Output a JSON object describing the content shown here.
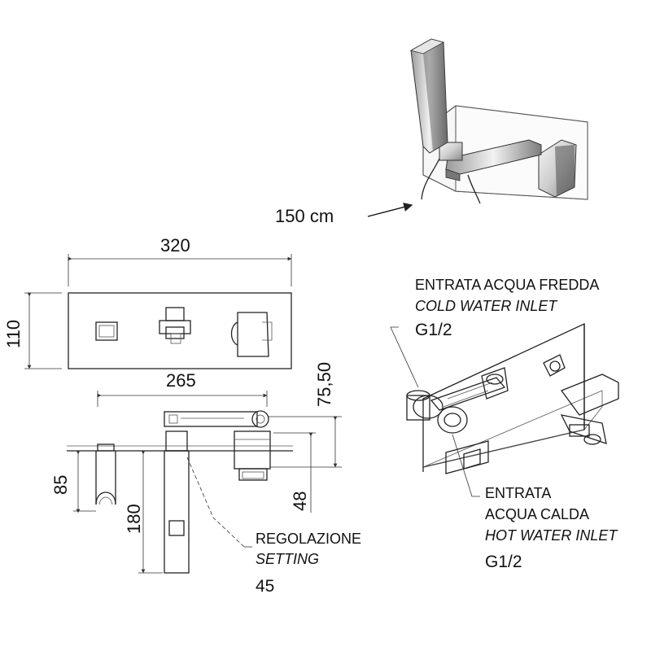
{
  "dimensions": {
    "hose_length": "150 cm",
    "plate_width": "320",
    "plate_height": "110",
    "spout_length": "265",
    "height_75": "75,50",
    "height_85": "85",
    "height_180": "180",
    "height_48": "48",
    "setting_value": "45"
  },
  "labels": {
    "cold_it": "ENTRATA ACQUA FREDDA",
    "cold_en": "COLD WATER INLET",
    "cold_thread": "G1/2",
    "hot_it_1": "ENTRATA",
    "hot_it_2": "ACQUA CALDA",
    "hot_en": "HOT WATER INLET",
    "hot_thread": "G1/2",
    "setting_it": "REGOLAZIONE",
    "setting_en": "SETTING"
  }
}
